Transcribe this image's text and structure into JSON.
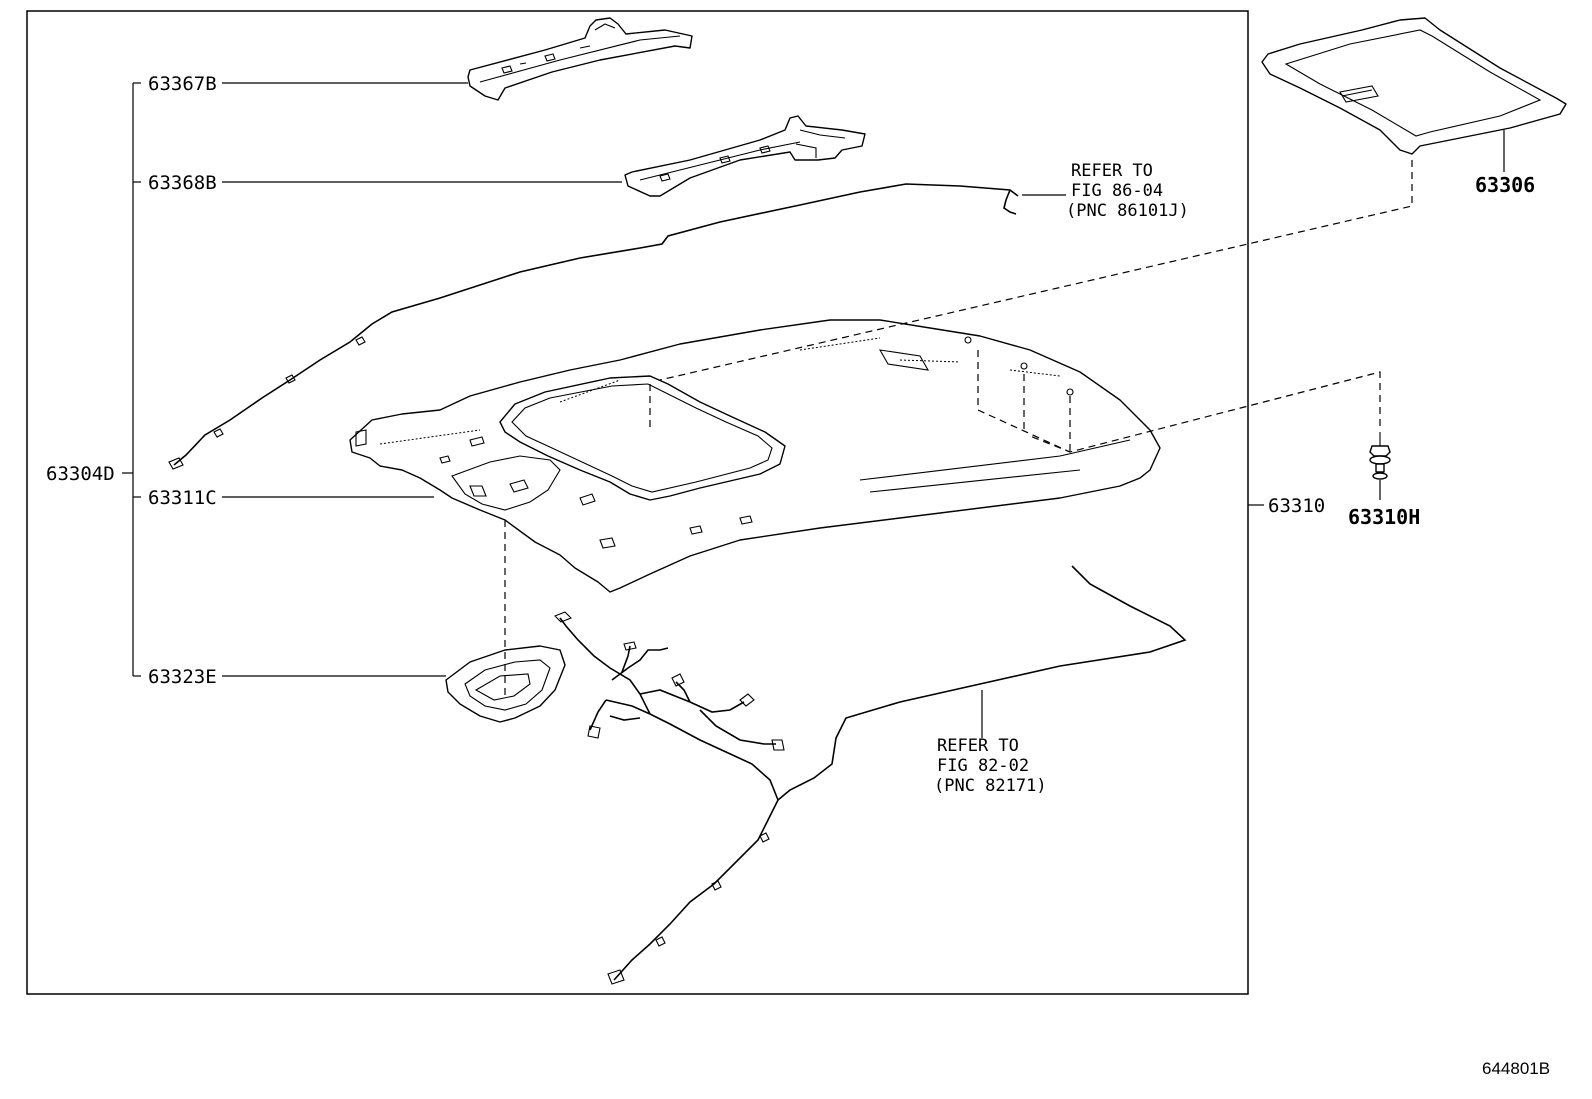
{
  "labels": {
    "p63367B": "63367B",
    "p63368B": "63368B",
    "p63304D": "63304D",
    "p63311C": "63311C",
    "p63323E": "63323E",
    "p63310": "63310",
    "p63306": "63306",
    "p63310H": "63310H"
  },
  "refs": {
    "upper": {
      "line1": "REFER TO",
      "line2": "FIG 86-04",
      "line3": "(PNC 86101J)"
    },
    "lower": {
      "line1": "REFER TO",
      "line2": "FIG 82-02",
      "line3": "(PNC 82171)"
    }
  },
  "figure_id": "644801B"
}
